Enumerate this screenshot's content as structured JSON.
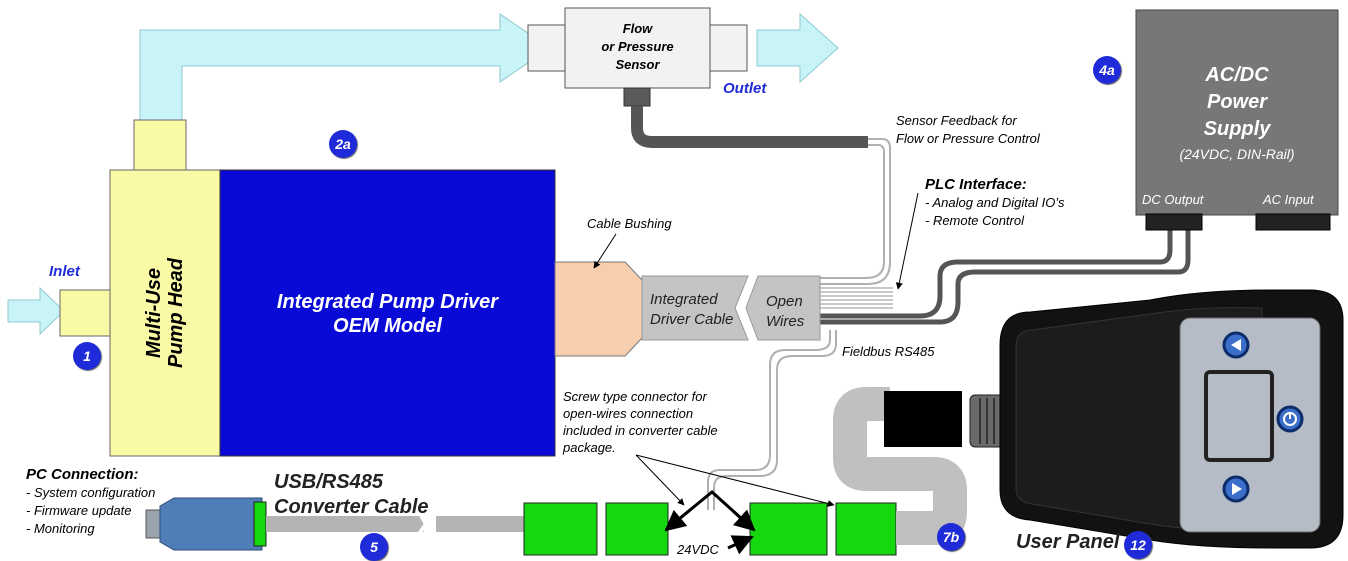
{
  "sensor": {
    "line1": "Flow",
    "line2": "or Pressure",
    "line3": "Sensor"
  },
  "outlet": "Outlet",
  "inlet": "Inlet",
  "pump_head": {
    "line1": "Multi-Use",
    "line2": "Pump Head"
  },
  "driver": {
    "line1": "Integrated Pump Driver",
    "line2": "OEM Model"
  },
  "cable_bushing": "Cable Bushing",
  "integrated_cable": {
    "line1": "Integrated",
    "line2": "Driver Cable"
  },
  "open_wires": {
    "line1": "Open",
    "line2": "Wires"
  },
  "sensor_feedback": {
    "line1": "Sensor Feedback for",
    "line2": "Flow or Pressure Control"
  },
  "plc": {
    "title": "PLC Interface:",
    "item1": "- Analog and Digital IO’s",
    "item2": "- Remote Control"
  },
  "power_supply": {
    "line1": "AC/DC",
    "line2": "Power",
    "line3": "Supply",
    "line4": "(24VDC, DIN-Rail)",
    "dc_output": "DC Output",
    "ac_input": "AC Input"
  },
  "fieldbus": "Fieldbus RS485",
  "screw_note": {
    "line1": "Screw type connector for",
    "line2": "open-wires connection",
    "line3": "included in converter cable",
    "line4": "package."
  },
  "pc": {
    "title": "PC Connection:",
    "item1": "- System configuration",
    "item2": "- Firmware update",
    "item3": "- Monitoring"
  },
  "usb_cable": {
    "line1": "USB/RS485",
    "line2": "Converter Cable"
  },
  "vdc": "24VDC",
  "user_panel": "User Panel",
  "badges": {
    "b1": "1",
    "b2a": "2a",
    "b4a": "4a",
    "b5": "5",
    "b7b": "7b",
    "b12": "12"
  },
  "colors": {
    "pump_driver": "#0a0ad6",
    "pump_head": "#fafaa6",
    "arrow": "#c8f4f8",
    "connector": "#16d80f",
    "power_supply": "#777777",
    "badge": "#1f2ad8",
    "bushing": "#f8cfae"
  },
  "icons": [
    "left-arrow-icon",
    "right-arrow-icon",
    "power-icon"
  ]
}
